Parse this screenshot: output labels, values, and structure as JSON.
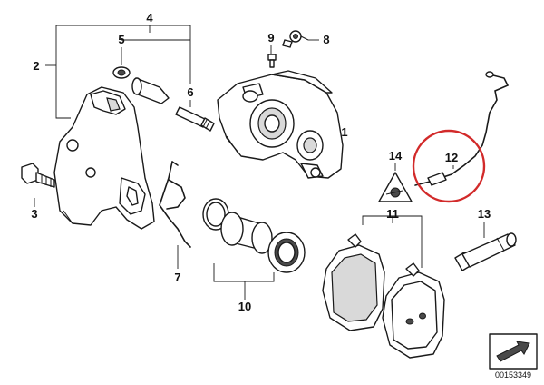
{
  "callouts": {
    "c1": "1",
    "c2": "2",
    "c3": "3",
    "c4": "4",
    "c5": "5",
    "c6": "6",
    "c7": "7",
    "c8": "8",
    "c9": "9",
    "c10": "10",
    "c11": "11",
    "c12": "12",
    "c13": "13",
    "c14": "14"
  },
  "diagram_id": "00153349",
  "colors": {
    "highlight_ring": "#d22a2a",
    "line": "#1a1a1a",
    "background": "#ffffff"
  }
}
